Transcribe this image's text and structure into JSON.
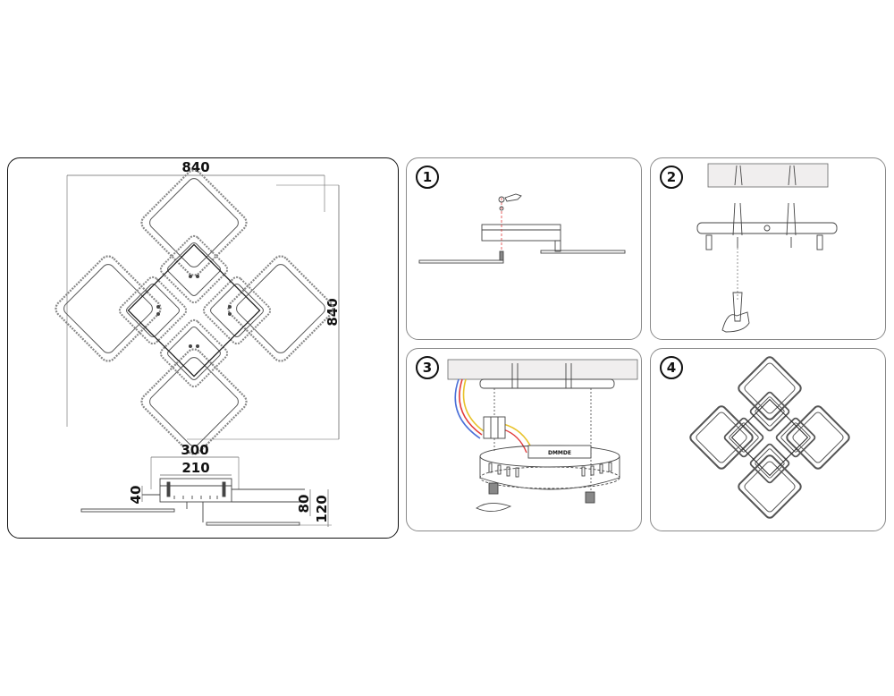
{
  "main": {
    "dim_width": "840",
    "dim_height": "840",
    "dim_base_outer": "300",
    "dim_base_inner": "210",
    "dim_base_height": "40",
    "dim_mid_height": "80",
    "dim_total_height": "120"
  },
  "steps": [
    {
      "number": "1"
    },
    {
      "number": "2"
    },
    {
      "number": "3",
      "driver_label": "DMMDE"
    },
    {
      "number": "4"
    }
  ],
  "colors": {
    "line": "#111111",
    "frame": "#8a8a8a",
    "wire_red": "#e23b3b",
    "wire_yellow": "#e8c22a",
    "wire_blue": "#4a6fd8"
  }
}
